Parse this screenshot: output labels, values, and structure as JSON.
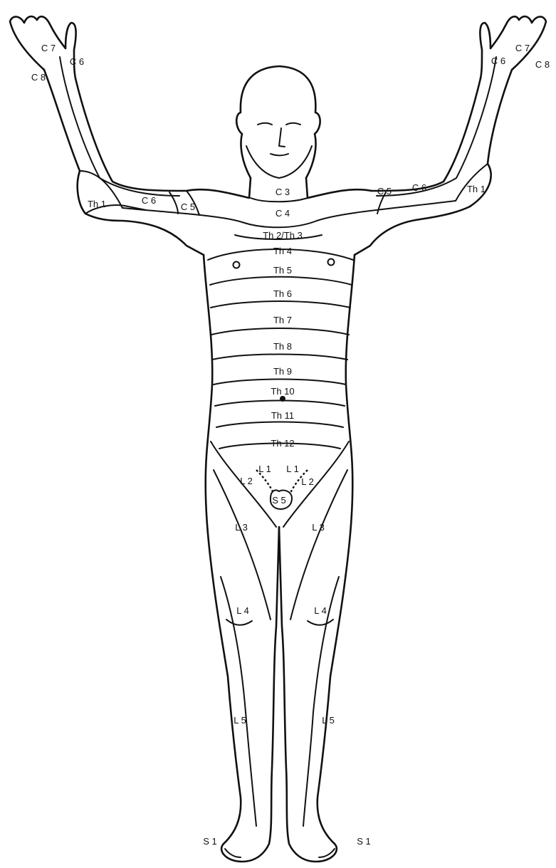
{
  "diagram": {
    "labels": {
      "c7_left": "C 7",
      "c6_left_hand": "C 6",
      "c8_left": "C 8",
      "c6_right_hand": "C 6",
      "c7_right": "C 7",
      "c8_right": "C 8",
      "c3": "C 3",
      "th1_left": "Th 1",
      "c6_left_arm": "C 6",
      "c5_left": "C 5",
      "c5_right": "C 5",
      "c6_right_arm": "C 6",
      "th1_right": "Th 1",
      "c4": "C 4",
      "th2_th3": "Th 2/Th 3",
      "th4": "Th 4",
      "th5": "Th 5",
      "th6": "Th 6",
      "th7": "Th 7",
      "th8": "Th 8",
      "th9": "Th 9",
      "th10": "Th 10",
      "th11": "Th 11",
      "th12": "Th 12",
      "l1_left": "L 1",
      "l1_right": "L 1",
      "l2_left": "L 2",
      "l2_right": "L 2",
      "s5": "S 5",
      "l3_left": "L 3",
      "l3_right": "L 3",
      "l4_left": "L 4",
      "l4_right": "L 4",
      "l5_left": "L 5",
      "l5_right": "L 5",
      "s1_left": "S 1",
      "s1_right": "S 1"
    }
  }
}
